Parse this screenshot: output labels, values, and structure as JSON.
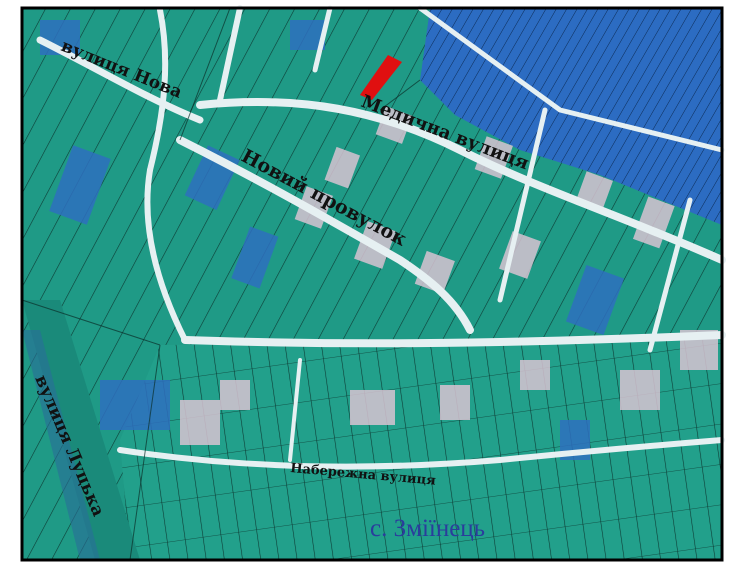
{
  "map": {
    "colors": {
      "parcel_teal": "#1f9a86",
      "parcel_teal_dark": "#167a6c",
      "parcel_blue": "#2f6fc0",
      "parcel_light": "#d9c3d3",
      "road": "#e6f0f2",
      "marker": "#e01010",
      "border": "#000000"
    },
    "labels": {
      "street_nova": "вулиця Нова",
      "street_medychna": "Медична вулиця",
      "lane_novyi": "Новий провулок",
      "street_lutska": "вулиця Луцька",
      "street_naberezhna": "Набережна вулиця",
      "village": "с. Зміїнець"
    },
    "marker": {
      "icon": "parcel-marker-icon"
    }
  }
}
